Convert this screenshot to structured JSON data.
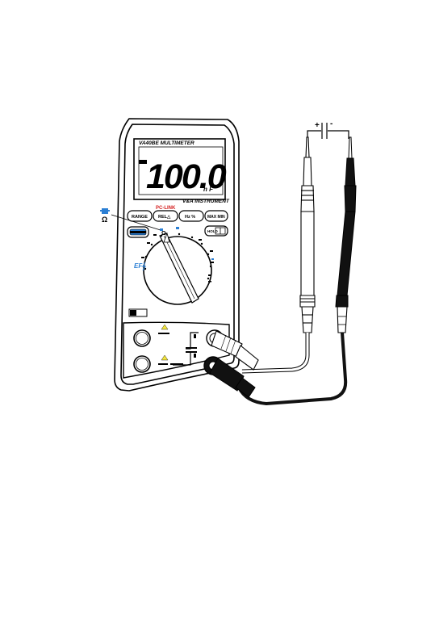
{
  "meter": {
    "model": "VA40BE MULTIMETER",
    "brand": "V&A INSTRUMENT",
    "reading": "100.0",
    "unit": "n F",
    "pc_link": "PC-LINK",
    "buttons": {
      "range": "RANGE",
      "rel": "REL△",
      "hz": "Hz  %",
      "maxmin": "MAX MIN",
      "hold": "HOLD"
    },
    "ef_label": "EF-",
    "omega": "Ω",
    "accent_colors": {
      "pc_link": "#d42020",
      "blue": "#2b7fd4",
      "yellow": "#f4e63c"
    }
  },
  "capacitor": {
    "plus": "+",
    "minus": "-"
  }
}
